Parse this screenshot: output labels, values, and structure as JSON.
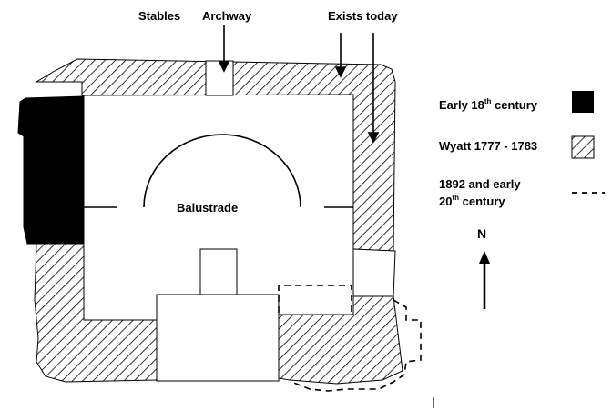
{
  "labels": {
    "stables": "Stables",
    "archway": "Archway",
    "exists_today": "Exists today",
    "balustrade": "Balustrade",
    "north": "N"
  },
  "legend": [
    {
      "text": "Early 18",
      "sup": "th",
      "suffix": " century",
      "style": "solid"
    },
    {
      "text": "Wyatt 1777 - 1783",
      "style": "hatched"
    },
    {
      "line1": "1892 and early",
      "line2a": "20",
      "sup": "th",
      "line2b": " century",
      "style": "dashed"
    }
  ],
  "colors": {
    "ink": "#000000",
    "paper": "#ffffff"
  }
}
